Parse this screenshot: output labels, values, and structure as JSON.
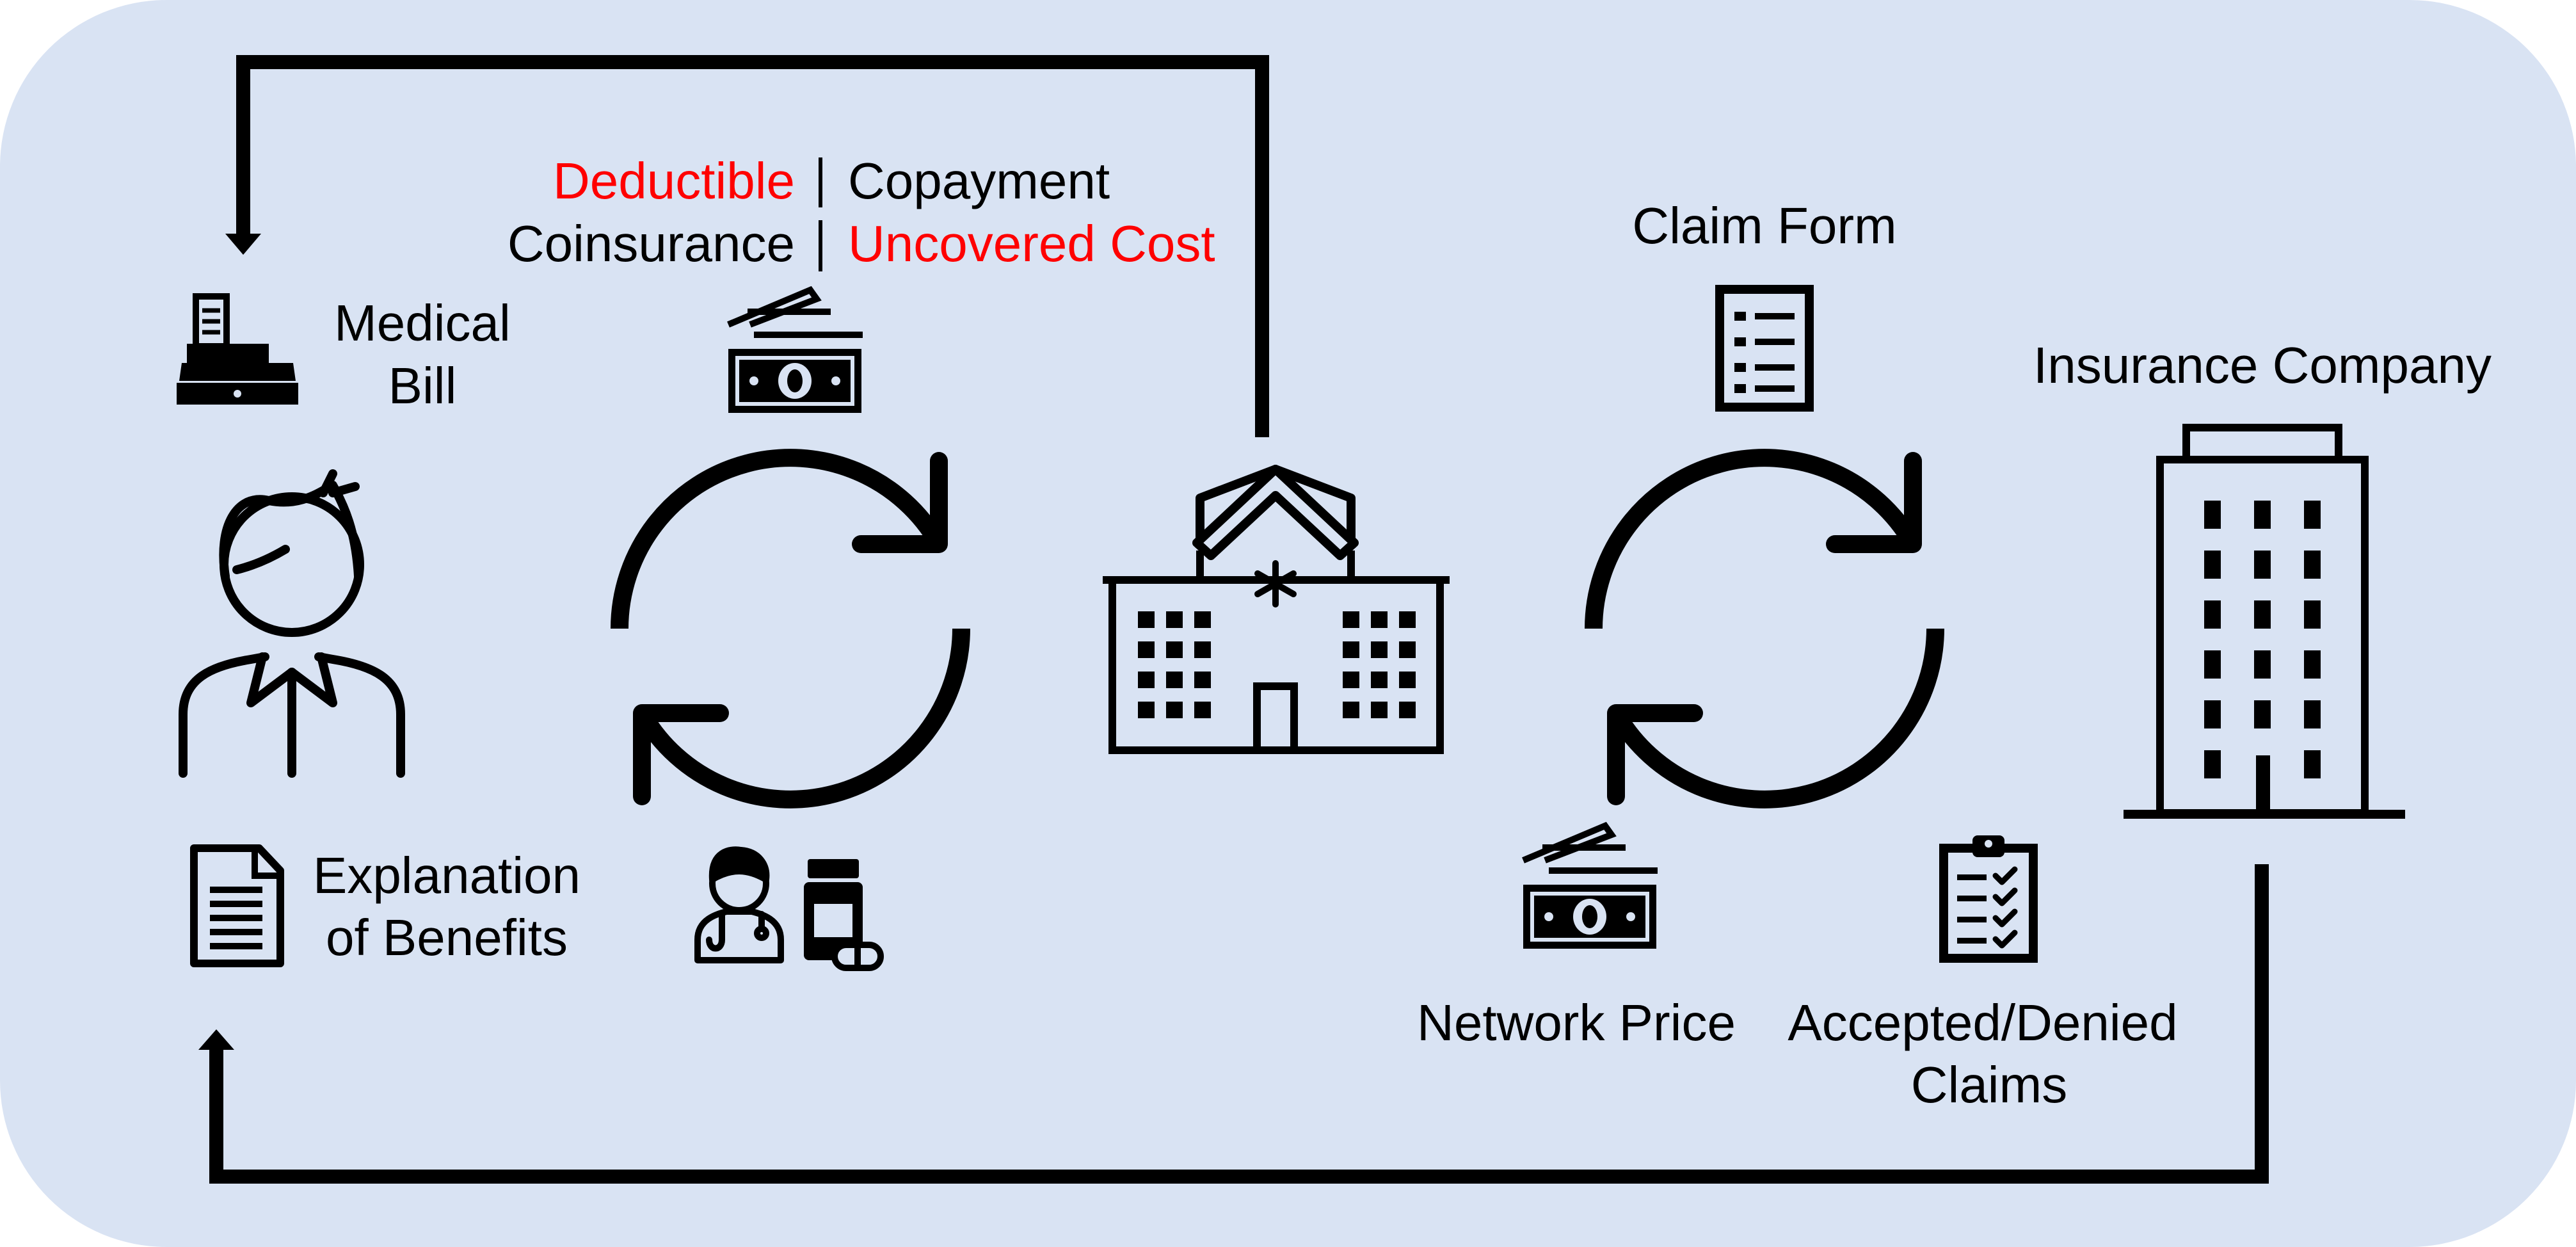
{
  "diagram": {
    "labels": {
      "medical_bill": [
        "Medical",
        "Bill"
      ],
      "explanation_of_benefits": [
        "Explanation",
        "of Benefits"
      ],
      "deductible": "Deductible",
      "copayment": "Copayment",
      "coinsurance": "Coinsurance",
      "uncovered_cost": "Uncovered Cost",
      "claim_form": "Claim Form",
      "insurance_company": "Insurance Company",
      "network_price": "Network Price",
      "accepted_denied_claims": [
        "Accepted/Denied",
        "Claims"
      ]
    },
    "colors": {
      "background_panel": "#d9e3f3",
      "ink": "#000000",
      "highlight": "#ff0000"
    },
    "icons": [
      "cash-register-icon",
      "person-icon",
      "document-icon",
      "cash-icon",
      "cycle-arrows-icon",
      "doctor-icon",
      "medicine-bottle-icon",
      "hospital-icon",
      "claim-form-icon",
      "clipboard-checklist-icon",
      "office-building-icon"
    ]
  }
}
